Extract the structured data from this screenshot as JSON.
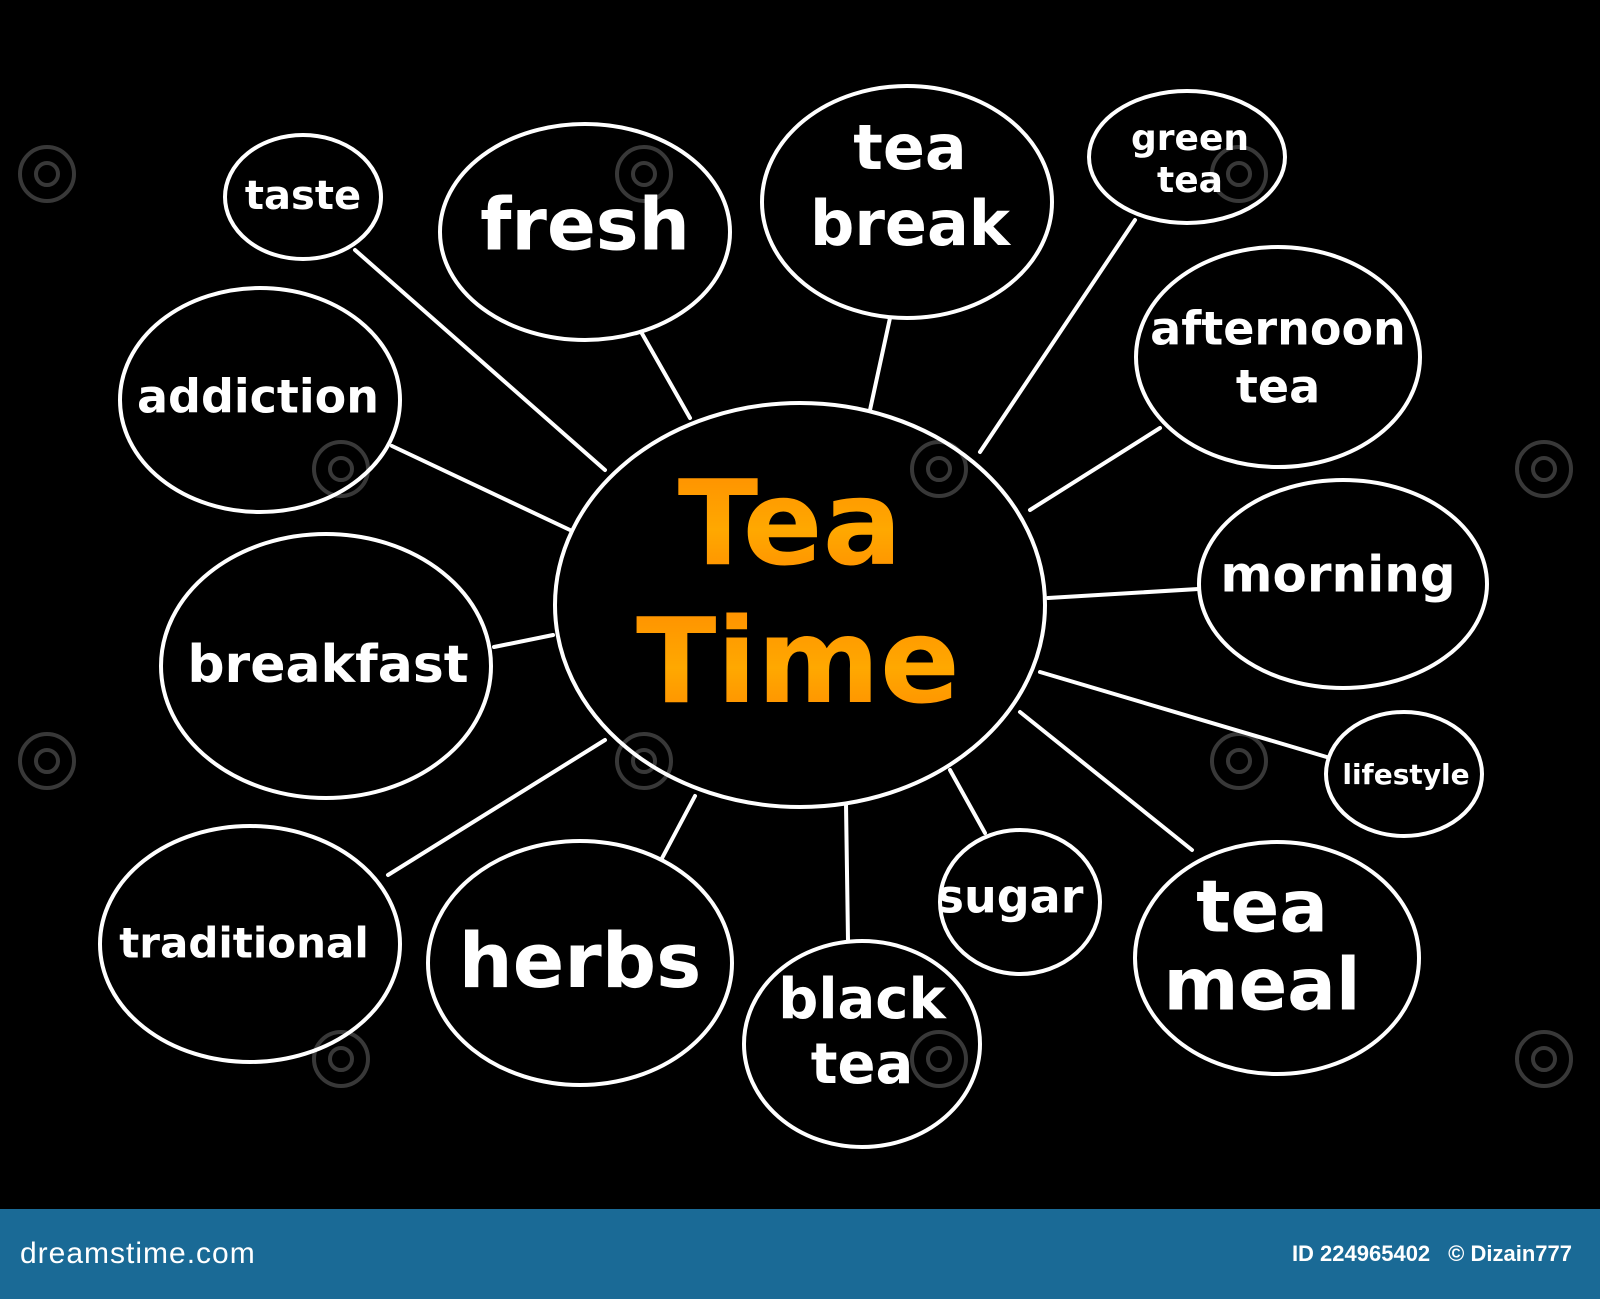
{
  "center": {
    "line1": "Tea",
    "line2": "Time",
    "gradient_top": "#ff9a00",
    "gradient_bottom": "#ffcc00"
  },
  "nodes": {
    "taste": {
      "lines": [
        "taste"
      ]
    },
    "fresh": {
      "lines": [
        "fresh"
      ]
    },
    "tea_break": {
      "lines": [
        "tea",
        "break"
      ]
    },
    "green_tea": {
      "lines": [
        "green",
        "tea"
      ]
    },
    "addiction": {
      "lines": [
        "addiction"
      ]
    },
    "afternoon_tea": {
      "lines": [
        "afternoon",
        "tea"
      ]
    },
    "breakfast": {
      "lines": [
        "breakfast"
      ]
    },
    "morning": {
      "lines": [
        "morning"
      ]
    },
    "lifestyle": {
      "lines": [
        "lifestyle"
      ]
    },
    "traditional": {
      "lines": [
        "traditional"
      ]
    },
    "herbs": {
      "lines": [
        "herbs"
      ]
    },
    "black_tea": {
      "lines": [
        "black",
        "tea"
      ]
    },
    "sugar": {
      "lines": [
        "sugar"
      ]
    },
    "tea_meal": {
      "lines": [
        "tea",
        "meal"
      ]
    }
  },
  "footer": {
    "brand": "dreamstime.com",
    "id_text": "ID 224965402",
    "author": "© Dizain777",
    "background": "#1a6a96"
  },
  "colors": {
    "background": "#000000",
    "stroke": "#ffffff",
    "text": "#ffffff"
  }
}
